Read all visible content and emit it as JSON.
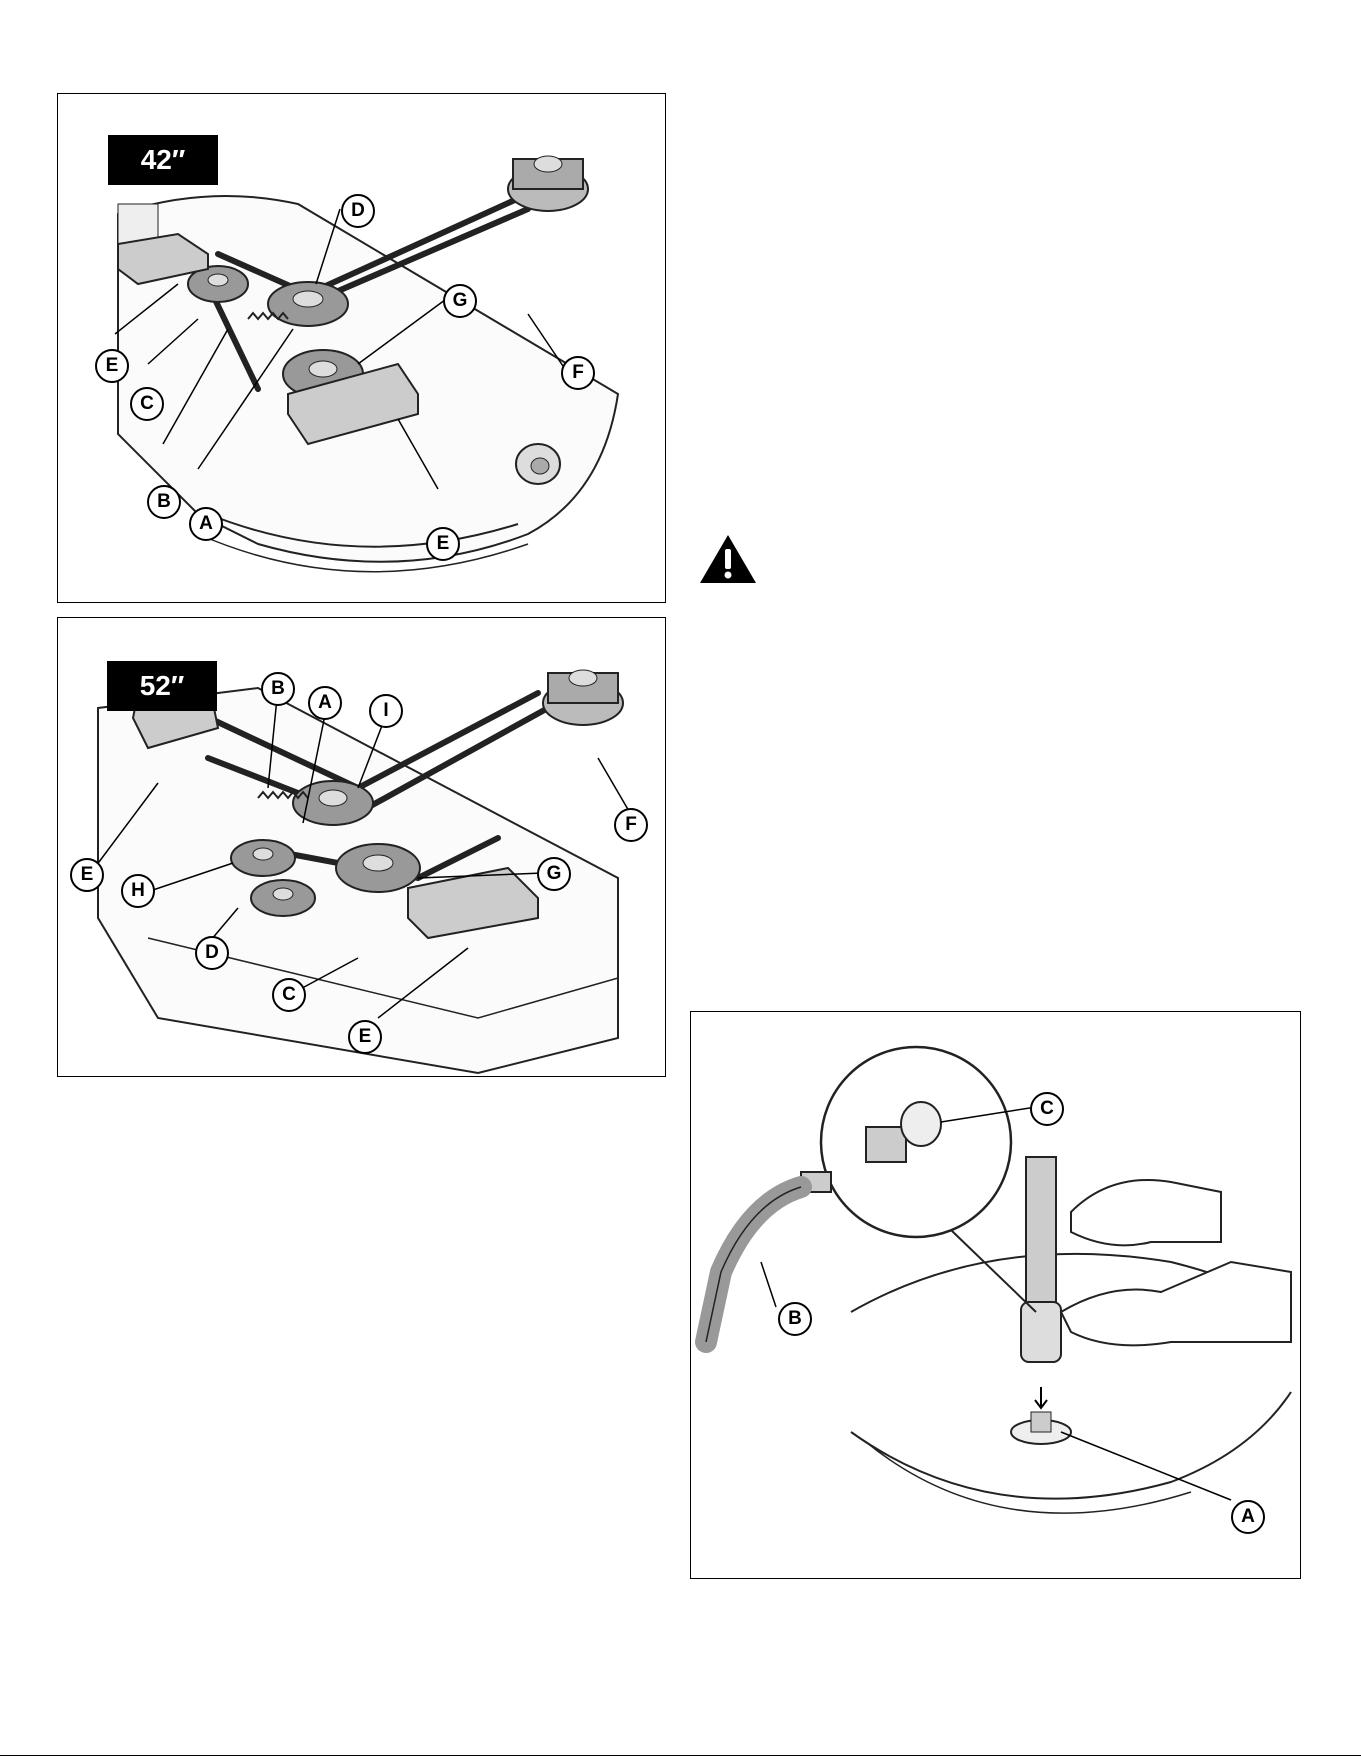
{
  "figure_42": {
    "size_label": "42″",
    "callouts": {
      "d": "D",
      "f": "F",
      "g": "G",
      "e1": "E",
      "c": "C",
      "b": "B",
      "a": "A",
      "e2": "E"
    }
  },
  "figure_52": {
    "size_label": "52″",
    "callouts": {
      "b": "B",
      "a": "A",
      "i": "I",
      "f": "F",
      "e1": "E",
      "h": "H",
      "g": "G",
      "d": "D",
      "c": "C",
      "e2": "E"
    }
  },
  "figure_hose": {
    "callouts": {
      "c": "C",
      "b": "B",
      "a": "A"
    }
  },
  "warning_icon": "warning-triangle-icon"
}
